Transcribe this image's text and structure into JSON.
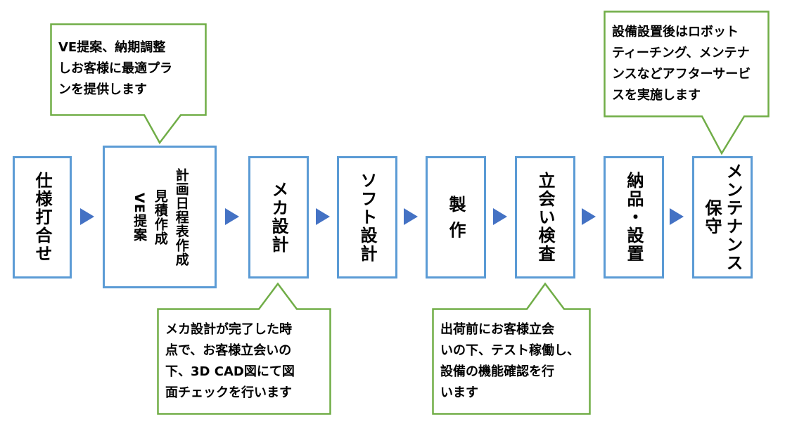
{
  "steps": [
    {
      "label": "仕様打合せ"
    },
    {
      "lines": [
        "VE提案",
        "見積作成",
        "計画日程表作成"
      ]
    },
    {
      "label": "メカ設計"
    },
    {
      "label": "ソフト設計"
    },
    {
      "label": "製 作"
    },
    {
      "label": "立会い検査"
    },
    {
      "label": "納品・設置"
    },
    {
      "lines": [
        "保守",
        "メンテナンス"
      ]
    }
  ],
  "callouts": {
    "proposal": {
      "lines": [
        "VE提案、納期調整",
        "しお客様に最適プラ",
        "ンを提供します"
      ]
    },
    "mecha": {
      "lines": [
        "メカ設計が完了した時",
        "点で、お客様立会いの",
        "下、3D CAD図にて図",
        "面チェックを行います"
      ]
    },
    "inspection": {
      "lines": [
        "出荷前にお客様立会",
        "いの下、テスト稼働し、",
        "設備の機能確認を行",
        "います"
      ]
    },
    "maintenance": {
      "lines": [
        "設備設置後はロボット",
        "ティーチング、メンテナ",
        "ンスなどアフターサービ",
        "スを実施します"
      ]
    }
  },
  "colors": {
    "box_border": "#5b9bd5",
    "arrow": "#4472c4",
    "callout_border": "#70ad47"
  }
}
